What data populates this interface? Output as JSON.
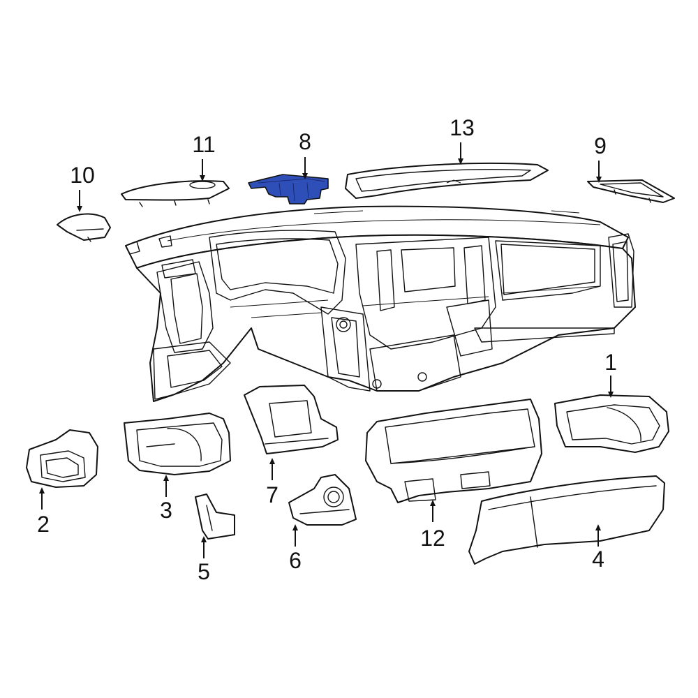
{
  "diagram": {
    "highlight_color": "#2f4fb8",
    "line_color": "#111111",
    "background": "#ffffff",
    "highlighted_part": "8",
    "callouts": {
      "c1": "1",
      "c2": "2",
      "c3": "3",
      "c4": "4",
      "c5": "5",
      "c6": "6",
      "c7": "7",
      "c8": "8",
      "c9": "9",
      "c10": "10",
      "c11": "11",
      "c12": "12",
      "c13": "13"
    }
  }
}
